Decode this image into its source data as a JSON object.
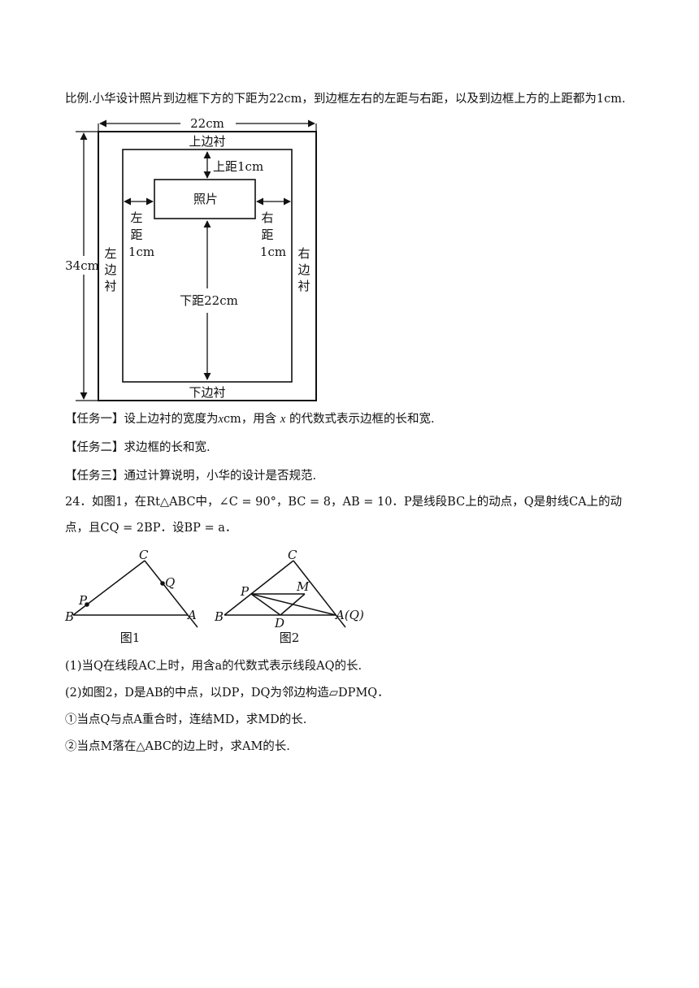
{
  "intro_line": "比例.小华设计照片到边框下方的下距为22cm，到边框左右的左距与右距，以及到边框上方的上距都为1cm.",
  "frame_diagram": {
    "width_label": "22cm",
    "height_label": "34cm",
    "top_border": "上边衬",
    "bottom_border": "下边衬",
    "left_border": [
      "左",
      "边",
      "衬"
    ],
    "right_border": [
      "右",
      "边",
      "衬"
    ],
    "top_gap": "上距1cm",
    "photo": "照片",
    "left_gap": [
      "左",
      "距",
      "1cm"
    ],
    "right_gap": [
      "右",
      "距",
      "1cm"
    ],
    "bottom_gap": "下距22cm"
  },
  "tasks": {
    "task1_tag": "【任务一】",
    "task1_a": "设上边衬的宽度为",
    "task1_var": "x",
    "task1_unit": "cm",
    "task1_b": "，用含",
    "task1_var2": "x",
    "task1_c": "的代数式表示边框的长和宽.",
    "task2_tag": "【任务二】",
    "task2_text": "求边框的长和宽.",
    "task3_tag": "【任务三】",
    "task3_text": "通过计算说明，小华的设计是否规范."
  },
  "q24": {
    "line1": "24．如图1，在Rt△ABC中，∠C = 90°，BC = 8，AB = 10．P是线段BC上的动点，Q是射线CA上的动",
    "line2": "点，且CQ = 2BP．设BP = a．",
    "sub1": "(1)当Q在线段AC上时，用含a的代数式表示线段AQ的长.",
    "sub2": "(2)如图2，D是AB的中点，以DP，DQ为邻边构造▱DPMQ．",
    "sub2_1": "①当点Q与点A重合时，连结MD，求MD的长.",
    "sub2_2": "②当点M落在△ABC的边上时，求AM的长."
  },
  "fig1": {
    "caption": "图1",
    "label_C": "C",
    "label_Q": "Q",
    "label_P": "P",
    "label_B": "B",
    "label_A": "A"
  },
  "fig2": {
    "caption": "图2",
    "label_C": "C",
    "label_M": "M",
    "label_P": "P",
    "label_B": "B",
    "label_D": "D",
    "label_AQ": "A(Q)"
  }
}
